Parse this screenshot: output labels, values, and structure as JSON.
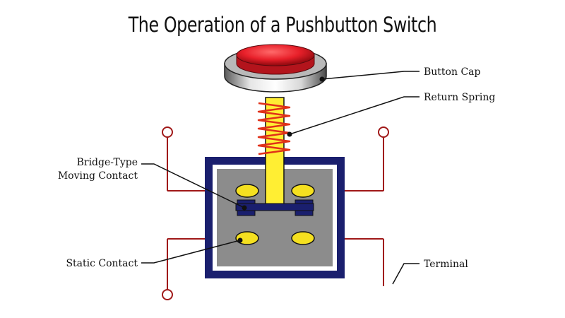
{
  "title": "The Operation of a Pushbutton Switch",
  "labels": {
    "button_cap": "Button Cap",
    "return_spring": "Return Spring",
    "moving_contact_1": "Bridge-Type",
    "moving_contact_2": "Moving Contact",
    "static_contact": "Static Contact",
    "terminal": "Terminal"
  },
  "colors": {
    "button_red": "#e8202a",
    "stem_yellow": "#ffee33",
    "spring_red": "#e03018",
    "housing_navy": "#1a1f6e",
    "housing_gray": "#8c8c8c",
    "contact_yellow": "#f5e020",
    "wire_red": "#a01818"
  }
}
